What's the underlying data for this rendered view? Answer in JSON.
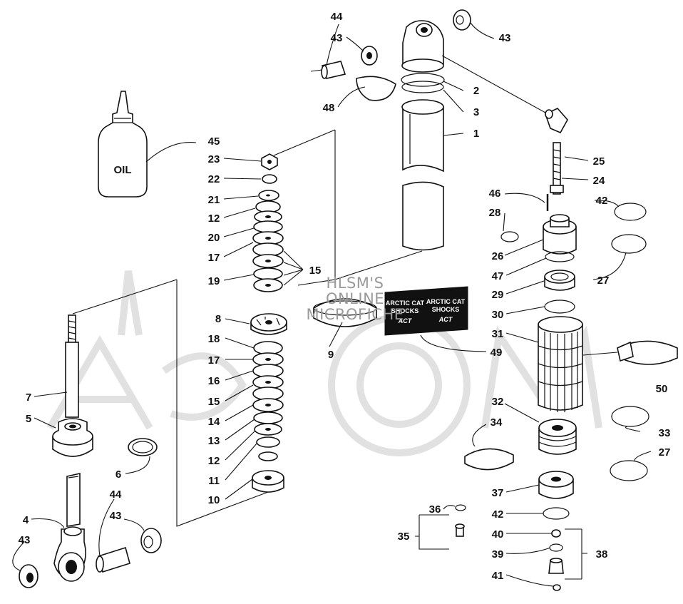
{
  "diagram": {
    "oil_label": "OIL",
    "watermark": {
      "line1": "HLSM'S",
      "line2": "ONLINE",
      "line3": "MICROFICHE"
    },
    "decal": {
      "line1": "ARCTIC CAT",
      "line2": "SHOCKS",
      "badge": "ACT"
    },
    "callouts": {
      "c44a": "44",
      "c43a": "43",
      "c43b": "43",
      "c48": "48",
      "c2": "2",
      "c3": "3",
      "c1": "1",
      "c45": "45",
      "c23": "23",
      "c22": "22",
      "c21": "21",
      "c12a": "12",
      "c20": "20",
      "c17a": "17",
      "c19": "19",
      "c15a": "15",
      "c8": "8",
      "c18": "18",
      "c17b": "17",
      "c16": "16",
      "c15b": "15",
      "c14": "14",
      "c13": "13",
      "c12b": "12",
      "c11": "11",
      "c10": "10",
      "c9": "9",
      "c49": "49",
      "c7": "7",
      "c5": "5",
      "c6": "6",
      "c4": "4",
      "c44b": "44",
      "c43c": "43",
      "c43d": "43",
      "c25": "25",
      "c24": "24",
      "c46": "46",
      "c42a": "42",
      "c28": "28",
      "c26": "26",
      "c27a": "27",
      "c47": "47",
      "c29": "29",
      "c30": "30",
      "c31": "31",
      "c50": "50",
      "c32": "32",
      "c33": "33",
      "c34": "34",
      "c27b": "27",
      "c37": "37",
      "c36": "36",
      "c35": "35",
      "c42b": "42",
      "c40": "40",
      "c39": "39",
      "c38": "38",
      "c41": "41"
    }
  }
}
